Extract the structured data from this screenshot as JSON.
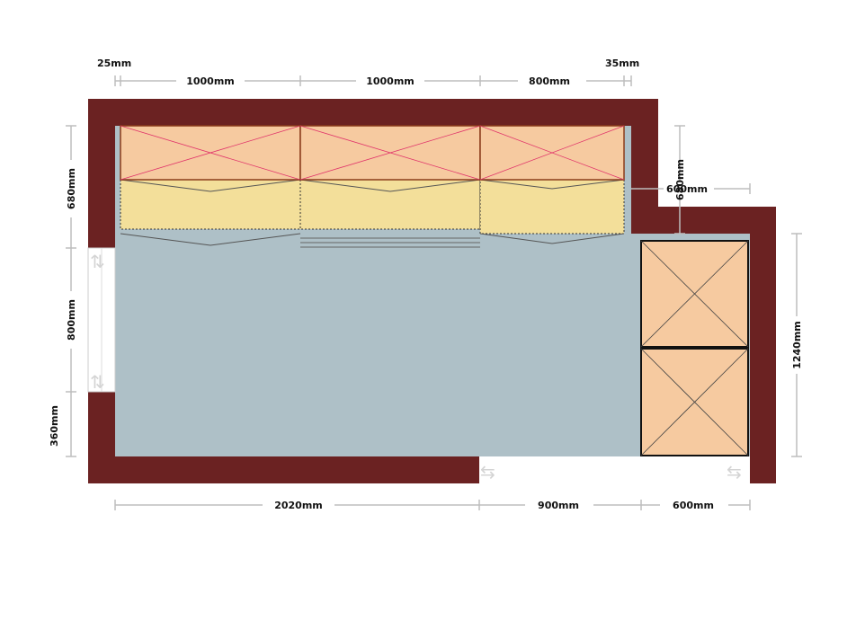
{
  "colors": {
    "wall": "#6b2222",
    "floor": "#aec0c7",
    "cabinet": "#f6caa0",
    "counter": "#f3df9a",
    "cross_pink": "#e0336a",
    "dimension": "#bdbdbd",
    "doorway_arrow": "#d4d4d4"
  },
  "dimensions": {
    "top": {
      "left_offset": "25mm",
      "right_offset": "35mm",
      "segment_1": "1000mm",
      "segment_2": "1000mm",
      "segment_3": "800mm"
    },
    "left": {
      "upper": "680mm",
      "window": "800mm",
      "lower": "360mm"
    },
    "right": {
      "notch_width": "680mm",
      "notch_depth": "600mm",
      "height": "1240mm"
    },
    "bottom": {
      "left": "2020mm",
      "opening": "900mm",
      "right": "600mm"
    }
  },
  "furniture": {
    "top_cabinets": [
      {
        "id": "cabinet-1",
        "width_mm": 1000
      },
      {
        "id": "cabinet-2",
        "width_mm": 1000
      },
      {
        "id": "cabinet-3",
        "width_mm": 800
      }
    ],
    "right_cabinets": [
      {
        "id": "tall-cabinet-1"
      },
      {
        "id": "tall-cabinet-2"
      }
    ]
  }
}
